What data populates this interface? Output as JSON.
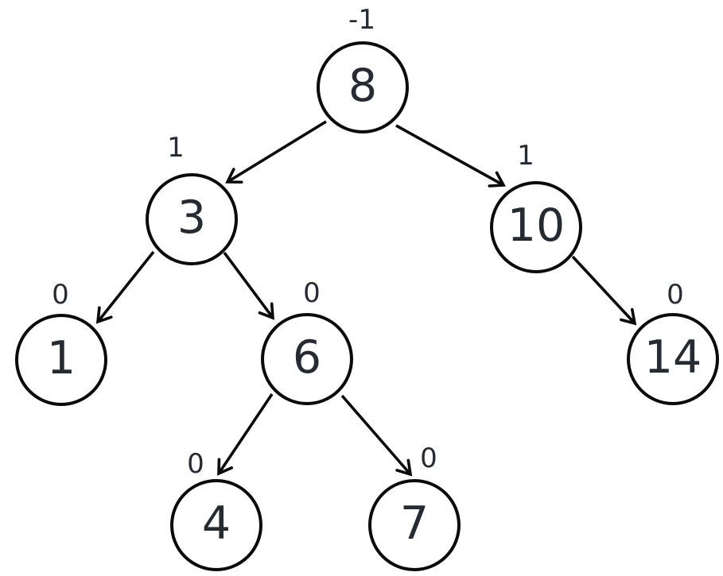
{
  "diagram": {
    "kind": "binary-tree",
    "nodes": [
      {
        "value": "8",
        "annotation": "-1"
      },
      {
        "value": "3",
        "annotation": "1"
      },
      {
        "value": "10",
        "annotation": "1"
      },
      {
        "value": "1",
        "annotation": "0"
      },
      {
        "value": "6",
        "annotation": "0"
      },
      {
        "value": "14",
        "annotation": "0"
      },
      {
        "value": "4",
        "annotation": "0"
      },
      {
        "value": "7",
        "annotation": "0"
      }
    ],
    "edges": [
      {
        "from": "8",
        "to": "3"
      },
      {
        "from": "8",
        "to": "10"
      },
      {
        "from": "3",
        "to": "1"
      },
      {
        "from": "3",
        "to": "6"
      },
      {
        "from": "10",
        "to": "14"
      },
      {
        "from": "6",
        "to": "4"
      },
      {
        "from": "6",
        "to": "7"
      }
    ],
    "colors": {
      "stroke": "#0b0b0b",
      "text": "#262b33",
      "background": "#ffffff"
    }
  }
}
